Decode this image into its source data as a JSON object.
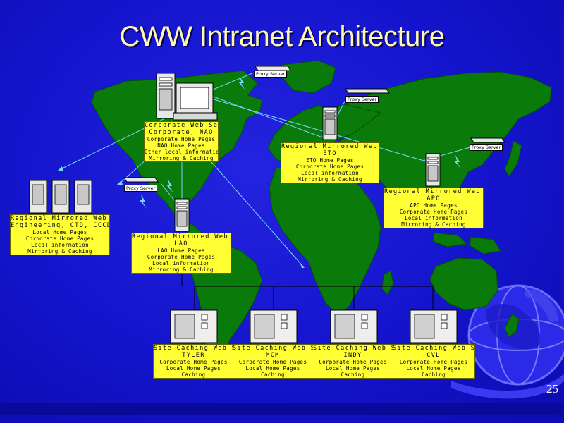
{
  "title": "CWW Intranet Architecture",
  "slide_number": "25",
  "proxy_label": "Proxy Server",
  "nodes": {
    "corporate": {
      "lines": [
        "Corporate Web Server",
        "Corporate, NAO",
        "Corporate Home Pages",
        "NAO Home Pages",
        "Other local information",
        "Mirroring & Caching"
      ]
    },
    "eto": {
      "lines": [
        "Regional Mirrored Web Server",
        "ETO",
        "ETO Home Pages",
        "Corporate Home Pages",
        "Local information",
        "Mirroring & Caching"
      ]
    },
    "apo": {
      "lines": [
        "Regional Mirrored Web Server",
        "APO",
        "APO Home Pages",
        "Corporate Home Pages",
        "Local information",
        "Mirroring & Caching"
      ]
    },
    "engineering": {
      "lines": [
        "Regional Mirrored Web Server",
        "Engineering, CTD, CCCD",
        "Local Home Pages",
        "Corporate Home Pages",
        "Local information",
        "Mirroring & Caching"
      ]
    },
    "lao": {
      "lines": [
        "Regional Mirrored Web Server",
        "LAO",
        "LAO Home Pages",
        "Corporate Home Pages",
        "Local information",
        "Mirroring & Caching"
      ]
    }
  },
  "sites": [
    {
      "lines": [
        "Site Caching Web Server",
        "TYLER",
        "Corporate Home Pages",
        "Local Home Pages",
        "Caching"
      ]
    },
    {
      "lines": [
        "Site Caching Web Server",
        "MCM",
        "Corporate Home Pages",
        "Local Home Pages",
        "Caching"
      ]
    },
    {
      "lines": [
        "Site Caching Web Server",
        "INDY",
        "Corporate Home Pages",
        "Local Home Pages",
        "Caching"
      ]
    },
    {
      "lines": [
        "Site Caching Web Server",
        "CVL",
        "Corporate Home Pages",
        "Local Home Pages",
        "Caching"
      ]
    }
  ]
}
